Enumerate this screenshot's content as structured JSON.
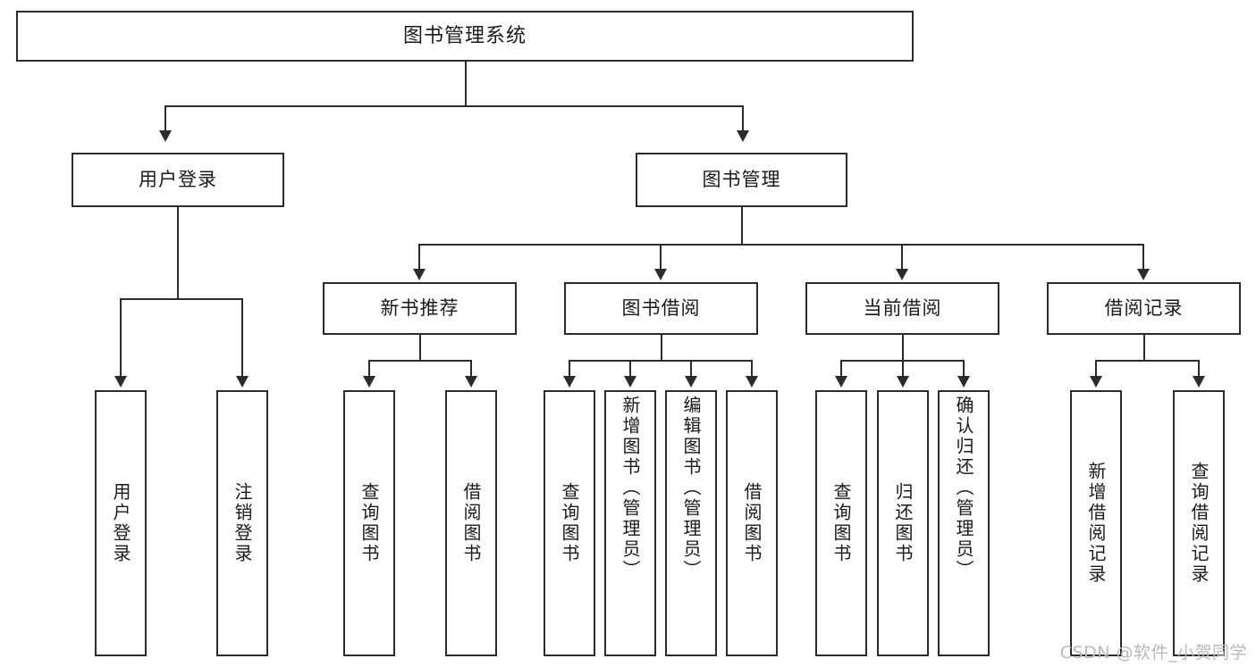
{
  "diagram": {
    "title": "图书管理系统",
    "watermark": "CSDN @软件_小贺同学",
    "colors": {
      "stroke": "#2b2b2b",
      "fill": "#ffffff",
      "text": "#1a1a1a",
      "watermark": "#b9b9b9"
    },
    "root": {
      "label": "图书管理系统"
    },
    "level2": [
      {
        "label": "用户登录"
      },
      {
        "label": "图书管理"
      }
    ],
    "level3": [
      {
        "label": "新书推荐"
      },
      {
        "label": "图书借阅"
      },
      {
        "label": "当前借阅"
      },
      {
        "label": "借阅记录"
      }
    ],
    "leaves": {
      "user_login": [
        {
          "label": "用户登录"
        },
        {
          "label": "注销登录"
        }
      ],
      "new_book_recommend": [
        {
          "label": "查询图书"
        },
        {
          "label": "借阅图书"
        }
      ],
      "book_borrow": [
        {
          "label": "查询图书"
        },
        {
          "label": "新增图书（管理员）"
        },
        {
          "label": "编辑图书（管理员）"
        },
        {
          "label": "借阅图书"
        }
      ],
      "current_borrow": [
        {
          "label": "查询图书"
        },
        {
          "label": "归还图书"
        },
        {
          "label": "确认归还（管理员）"
        }
      ],
      "borrow_record": [
        {
          "label": "新增借阅记录"
        },
        {
          "label": "查询借阅记录"
        }
      ]
    }
  }
}
